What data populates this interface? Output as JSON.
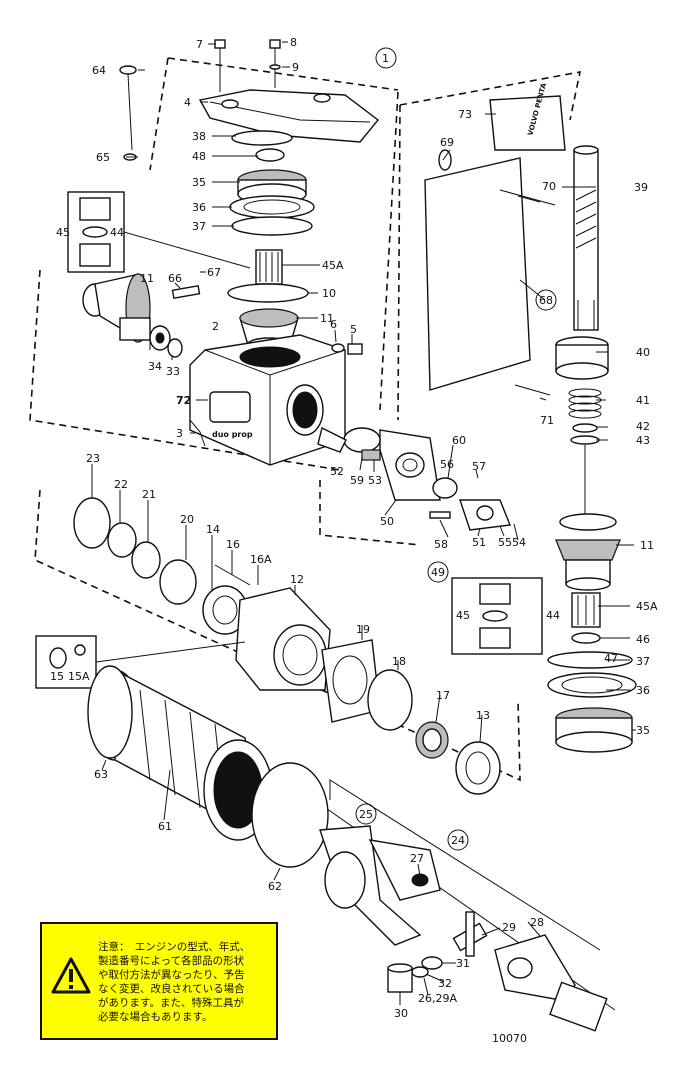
{
  "diagram": {
    "labels": {
      "group_1": "1",
      "l7": "7",
      "l8": "8",
      "l9": "9",
      "l64": "64",
      "l4": "4",
      "l38": "38",
      "l48": "48",
      "l65": "65",
      "l35": "35",
      "l36": "36",
      "l37": "37",
      "l45": "45",
      "l44": "44",
      "l45A": "45A",
      "l67": "67",
      "l66": "66",
      "l11": "11",
      "l10": "10",
      "l2": "2",
      "l34": "34",
      "l33": "33",
      "l6": "6",
      "l5": "5",
      "l72": "72",
      "l3": "3",
      "l52": "52",
      "l59": "59",
      "l53": "53",
      "l50": "50",
      "l60": "60",
      "l56": "56",
      "l57": "57",
      "l58": "58",
      "l51": "51",
      "l55": "55",
      "l54": "54",
      "group_49": "49",
      "l73": "73",
      "l69": "69",
      "l70": "70",
      "l39": "39",
      "group_68": "68",
      "l40": "40",
      "l71": "71",
      "l41": "41",
      "l42": "42",
      "l43": "43",
      "r11": "11",
      "r45": "45",
      "r44": "44",
      "r45A": "45A",
      "r46": "46",
      "r47": "47",
      "r37": "37",
      "r36": "36",
      "r35": "35",
      "l23": "23",
      "l22": "22",
      "l21": "21",
      "l20": "20",
      "l14": "14",
      "l16": "16",
      "l16A": "16A",
      "l12": "12",
      "l19": "19",
      "l18": "18",
      "l17": "17",
      "l13": "13",
      "l15": "15",
      "l15A": "15A",
      "l63": "63",
      "l61": "61",
      "l62": "62",
      "group_25": "25",
      "group_24": "24",
      "l27": "27",
      "l29": "29",
      "l28": "28",
      "l31": "31",
      "l32": "32",
      "l2629A": "26,29A",
      "l30": "30",
      "ref": "10070"
    }
  },
  "warning": {
    "lines": [
      "注意：　エンジンの型式、年式、",
      "製造番号によって各部品の形状",
      "や取付方法が異なったり、予告",
      "なく変更、改良されている場合",
      "があります。また、特殊工具が",
      "必要な場合もあります。"
    ],
    "background": "#ffff00"
  },
  "logo_text": "duo prop",
  "box_text": "VOLVO PENTA"
}
